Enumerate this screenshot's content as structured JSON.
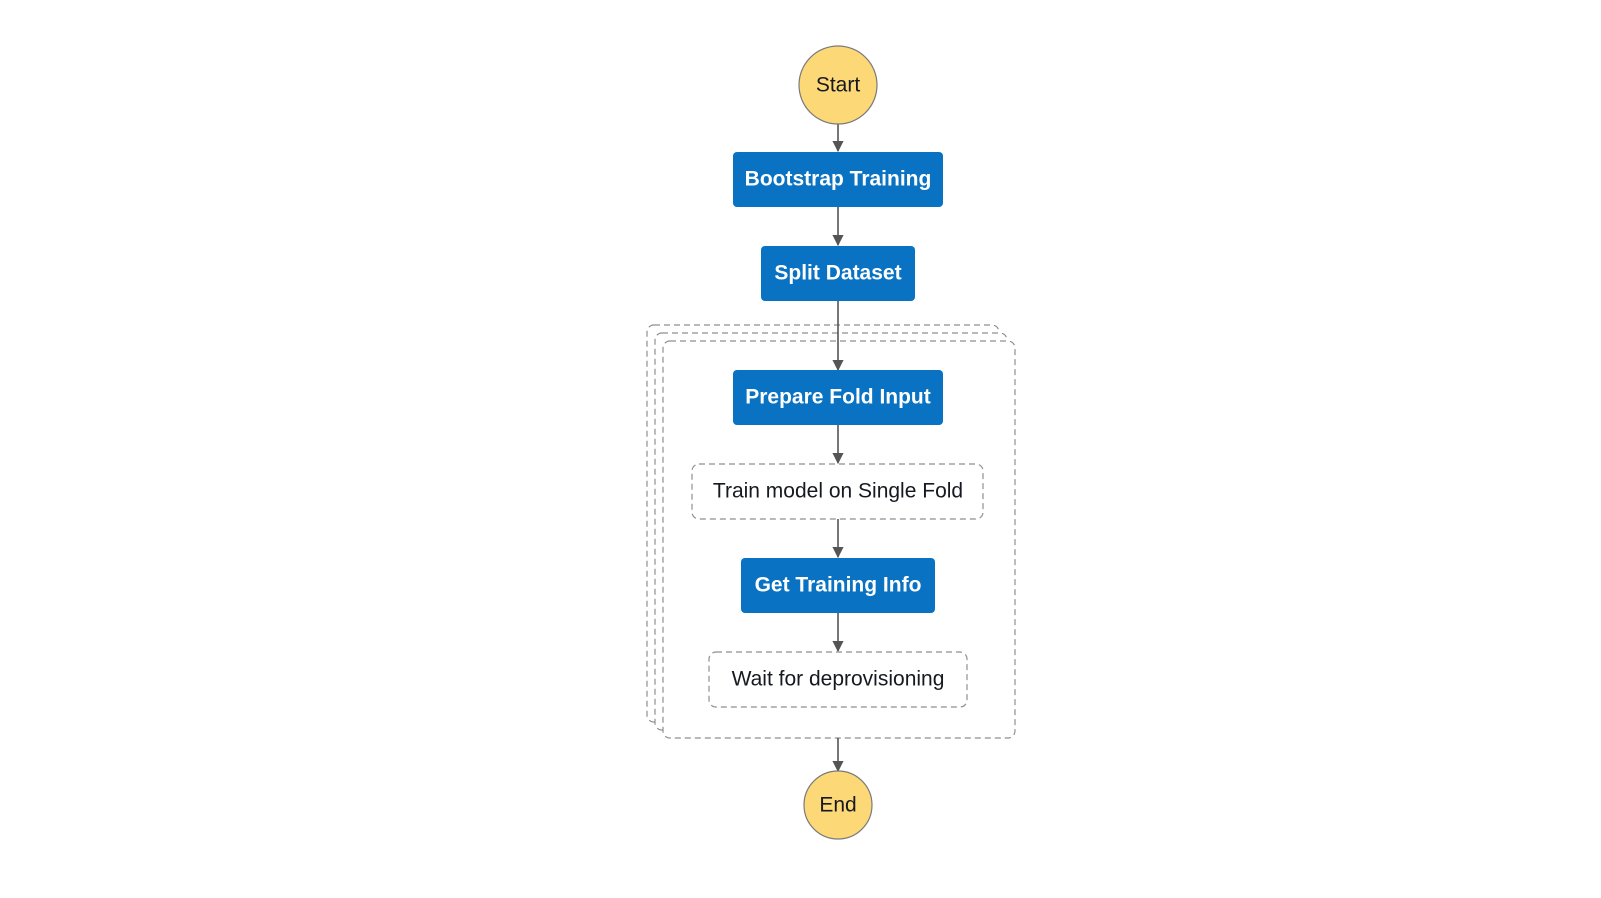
{
  "nodes": {
    "start": {
      "label": "Start"
    },
    "bootstrap_training": {
      "label": "Bootstrap Training"
    },
    "split_dataset": {
      "label": "Split Dataset"
    },
    "prepare_fold_input": {
      "label": "Prepare Fold Input"
    },
    "train_model_single_fold": {
      "label": "Train model on Single Fold"
    },
    "get_training_info": {
      "label": "Get Training Info"
    },
    "wait_for_deprovisioning": {
      "label": "Wait for deprovisioning"
    },
    "end": {
      "label": "End"
    }
  },
  "colors": {
    "terminal_fill": "#fdd877",
    "terminal_stroke": "#7a7a7a",
    "task_fill": "#0972c2",
    "edge": "#555555",
    "dashed_stroke": "#8f8f8f"
  }
}
